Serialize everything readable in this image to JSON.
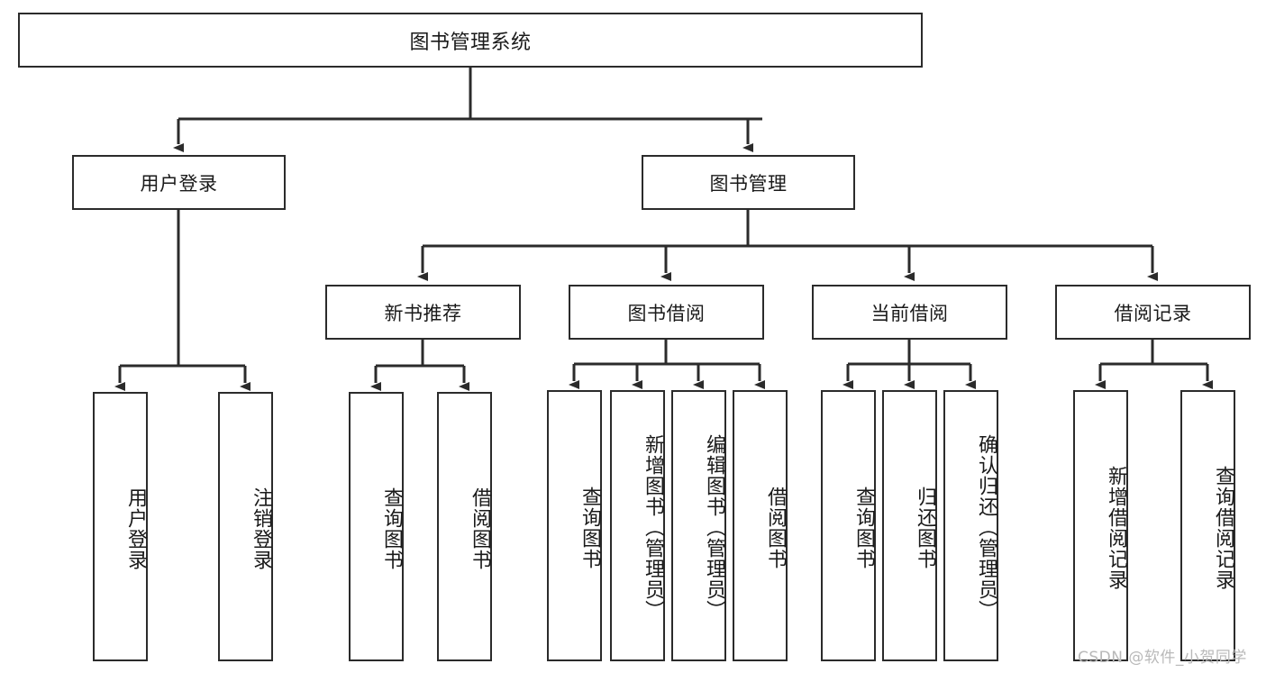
{
  "diagram": {
    "title": "图书管理系统",
    "type": "tree-hierarchy",
    "levels": [
      {
        "level": 1,
        "nodes": [
          {
            "id": "root",
            "label": "图书管理系统",
            "orientation": "horizontal"
          }
        ]
      },
      {
        "level": 2,
        "nodes": [
          {
            "id": "login",
            "label": "用户登录",
            "orientation": "horizontal"
          },
          {
            "id": "bookmgmt",
            "label": "图书管理",
            "orientation": "horizontal"
          }
        ]
      },
      {
        "level": 3,
        "nodes": [
          {
            "id": "newbook",
            "label": "新书推荐",
            "orientation": "horizontal"
          },
          {
            "id": "borrow",
            "label": "图书借阅",
            "orientation": "horizontal"
          },
          {
            "id": "current",
            "label": "当前借阅",
            "orientation": "horizontal"
          },
          {
            "id": "record",
            "label": "借阅记录",
            "orientation": "horizontal"
          }
        ]
      },
      {
        "level": 4,
        "nodes": [
          {
            "id": "leaf1",
            "label": "用户登录",
            "orientation": "vertical",
            "parent": "login"
          },
          {
            "id": "leaf2",
            "label": "注销登录",
            "orientation": "vertical",
            "parent": "login"
          },
          {
            "id": "leaf3",
            "label": "查询图书",
            "orientation": "vertical",
            "parent": "newbook"
          },
          {
            "id": "leaf4",
            "label": "借阅图书",
            "orientation": "vertical",
            "parent": "newbook"
          },
          {
            "id": "leaf5",
            "label": "查询图书",
            "orientation": "vertical",
            "parent": "borrow"
          },
          {
            "id": "leaf6",
            "label": "新增图书（管理员）",
            "orientation": "vertical",
            "parent": "borrow"
          },
          {
            "id": "leaf7",
            "label": "编辑图书（管理员）",
            "orientation": "vertical",
            "parent": "borrow"
          },
          {
            "id": "leaf8",
            "label": "借阅图书",
            "orientation": "vertical",
            "parent": "borrow"
          },
          {
            "id": "leaf9",
            "label": "查询图书",
            "orientation": "vertical",
            "parent": "current"
          },
          {
            "id": "leaf10",
            "label": "归还图书",
            "orientation": "vertical",
            "parent": "current"
          },
          {
            "id": "leaf11",
            "label": "确认归还（管理员）",
            "orientation": "vertical",
            "parent": "current"
          },
          {
            "id": "leaf12",
            "label": "新增借阅记录",
            "orientation": "vertical",
            "parent": "record"
          },
          {
            "id": "leaf13",
            "label": "查询借阅记录",
            "orientation": "vertical",
            "parent": "record"
          }
        ]
      }
    ],
    "edges": [
      {
        "from": "root",
        "to": "login"
      },
      {
        "from": "root",
        "to": "bookmgmt"
      },
      {
        "from": "bookmgmt",
        "to": "newbook"
      },
      {
        "from": "bookmgmt",
        "to": "borrow"
      },
      {
        "from": "bookmgmt",
        "to": "current"
      },
      {
        "from": "bookmgmt",
        "to": "record"
      },
      {
        "from": "login",
        "to": "leaf1"
      },
      {
        "from": "login",
        "to": "leaf2"
      },
      {
        "from": "newbook",
        "to": "leaf3"
      },
      {
        "from": "newbook",
        "to": "leaf4"
      },
      {
        "from": "borrow",
        "to": "leaf5"
      },
      {
        "from": "borrow",
        "to": "leaf6"
      },
      {
        "from": "borrow",
        "to": "leaf7"
      },
      {
        "from": "borrow",
        "to": "leaf8"
      },
      {
        "from": "current",
        "to": "leaf9"
      },
      {
        "from": "current",
        "to": "leaf10"
      },
      {
        "from": "current",
        "to": "leaf11"
      },
      {
        "from": "record",
        "to": "leaf12"
      },
      {
        "from": "record",
        "to": "leaf13"
      }
    ],
    "colors": {
      "stroke": "#2b2b2b",
      "fill": "#ffffff",
      "text": "#1a1a1a",
      "watermark": "#b9b9b9"
    }
  },
  "watermark": {
    "text": "CSDN @软件_小贺同学"
  }
}
